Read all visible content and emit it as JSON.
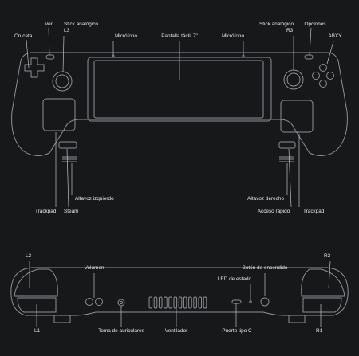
{
  "colors": {
    "background": "#161819",
    "outline": "#8c9196",
    "leader": "#bfc3c7",
    "text": "#e6e8ea"
  },
  "front_view": {
    "labels": {
      "dpad": "Cruceta",
      "view": "Ver",
      "left_stick_line1": "Stick analógico",
      "left_stick_line2": "L3",
      "mic_left": "Micrófono",
      "touchscreen": "Pantalla táctil 7\"",
      "mic_right": "Micrófono",
      "right_stick_line1": "Stick analógico",
      "right_stick_line2": "R3",
      "options": "Opciones",
      "abxy": "ABXY",
      "left_speaker": "Altavoz izquierdo",
      "right_speaker": "Altavoz derecho",
      "left_trackpad": "Trackpad",
      "steam": "Steam",
      "quick_access": "Acceso rápido",
      "right_trackpad": "Trackpad"
    }
  },
  "top_view": {
    "labels": {
      "l2": "L2",
      "r2": "R2",
      "volume": "Volumen",
      "power": "Botón de encendido",
      "status_led": "LED de estado",
      "l1": "L1",
      "headphone_jack": "Toma de auriculares",
      "fan": "Ventilador",
      "usb_c": "Puerto tipo C",
      "r1": "R1"
    }
  }
}
